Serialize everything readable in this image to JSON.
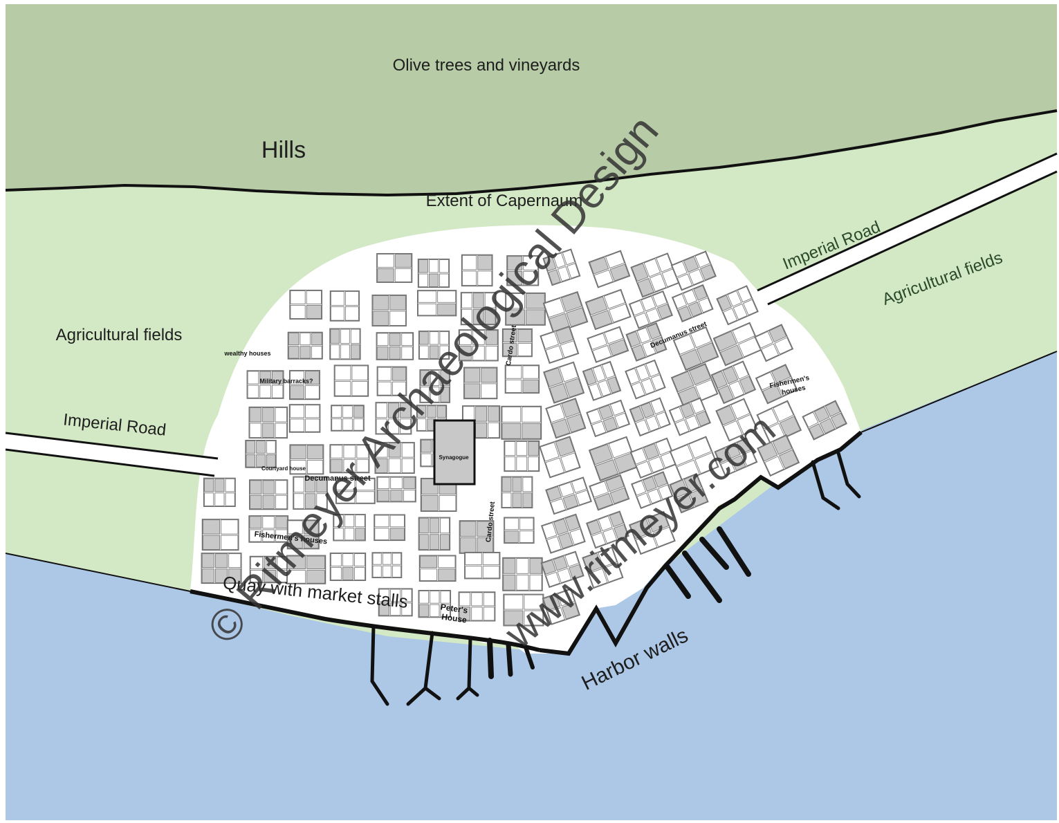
{
  "colors": {
    "hills": "#b6cba6",
    "fields": "#d3e8c4",
    "sea": "#adc8e6",
    "town": "#ffffff",
    "building_fill": "#c8c8c8",
    "building_stroke": "#6d6d6d",
    "line": "#111111"
  },
  "labels": {
    "olive": "Olive trees and vineyards",
    "hills": "Hills",
    "extent": "Extent of Capernaum",
    "agri_left": "Agricultural fields",
    "agri_right": "Agricultural fields",
    "road_left": "Imperial Road",
    "road_right": "Imperial Road",
    "quay": "Quay with market stalls",
    "harbor": "Harbor walls",
    "peters_house_1": "Peter's",
    "peters_house_2": "House"
  },
  "small_labels": {
    "wealthy": "wealthy houses",
    "military": "Military barracks?",
    "cardo_n": "Cardo street",
    "decumanus": "Decumanus street",
    "decumanus_ne": "Decumanus street",
    "cardo_s": "Cardo street",
    "fishermen_s": "Fishermen's houses",
    "fishermen_e_1": "Fishermen's",
    "fishermen_e_2": "houses",
    "synagogue": "Synagogue",
    "courtyard": "Courtyard house"
  },
  "watermark": {
    "line1": "© Ritmeyer Archaeological Design",
    "line2": "www.ritmeyer.com"
  }
}
